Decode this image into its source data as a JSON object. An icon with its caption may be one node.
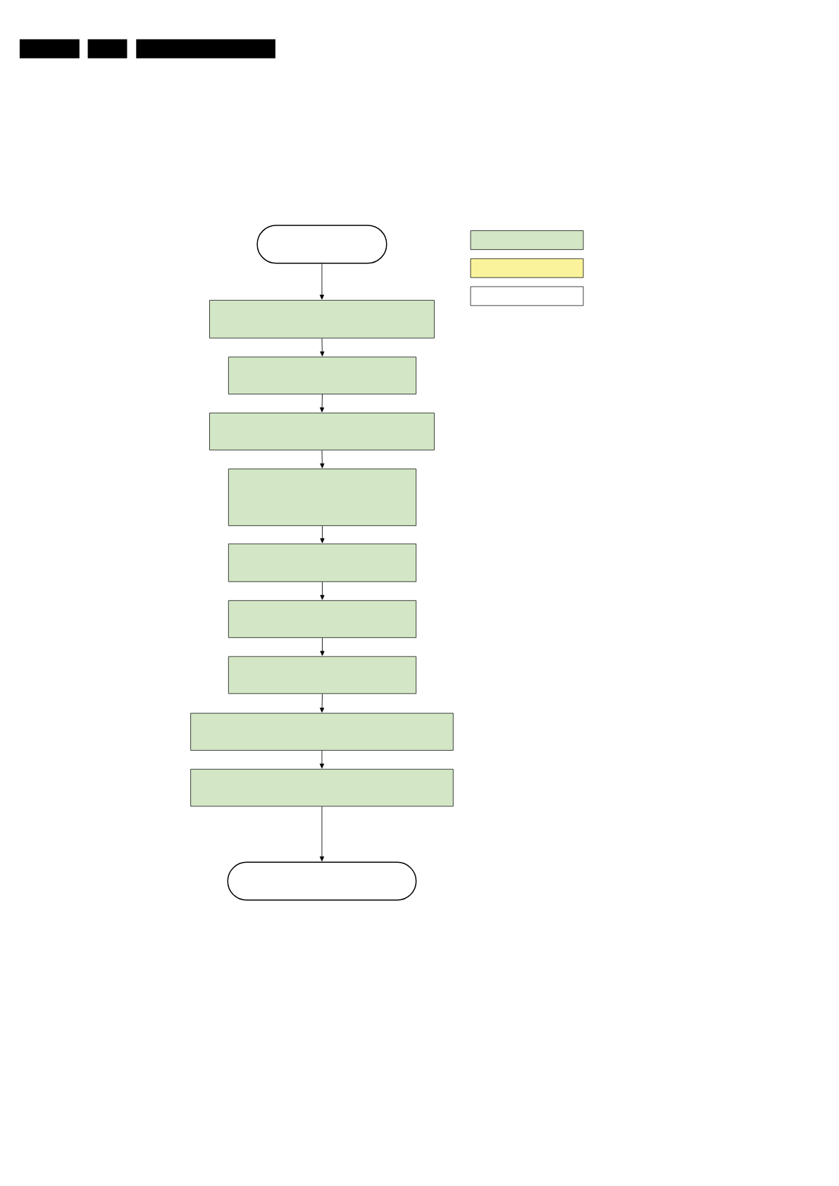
{
  "diagram": {
    "nodes": [
      {
        "text": [],
        "shape": "capsule"
      },
      {
        "text": [],
        "shape": "box"
      },
      {
        "text": [],
        "shape": "box"
      },
      {
        "text": [],
        "shape": "box"
      },
      {
        "text": [],
        "shape": "box"
      },
      {
        "text": [],
        "shape": "box"
      },
      {
        "text": [],
        "shape": "box"
      },
      {
        "text": [],
        "shape": "box"
      },
      {
        "text": [],
        "shape": "box"
      },
      {
        "text": [],
        "shape": "box"
      },
      {
        "text": [],
        "shape": "capsule"
      },
      {
        "text": [],
        "shape": "box"
      },
      {
        "text": [],
        "shape": "box"
      },
      {
        "text": [],
        "shape": "box"
      }
    ],
    "edges": [
      {
        "from": 0,
        "to": 1,
        "arrow": "to"
      },
      {
        "from": 1,
        "to": 2,
        "arrow": "to"
      },
      {
        "from": 2,
        "to": 3,
        "arrow": "to"
      },
      {
        "from": 3,
        "to": 4,
        "arrow": "to"
      },
      {
        "from": 4,
        "to": 5,
        "arrow": "to"
      },
      {
        "from": 5,
        "to": 6,
        "arrow": "to"
      },
      {
        "from": 6,
        "to": 7,
        "arrow": "to"
      },
      {
        "from": 7,
        "to": 8,
        "arrow": "to"
      },
      {
        "from": 8,
        "to": 9,
        "arrow": "to"
      },
      {
        "from": 9,
        "to": 10,
        "arrow": "to"
      }
    ]
  }
}
